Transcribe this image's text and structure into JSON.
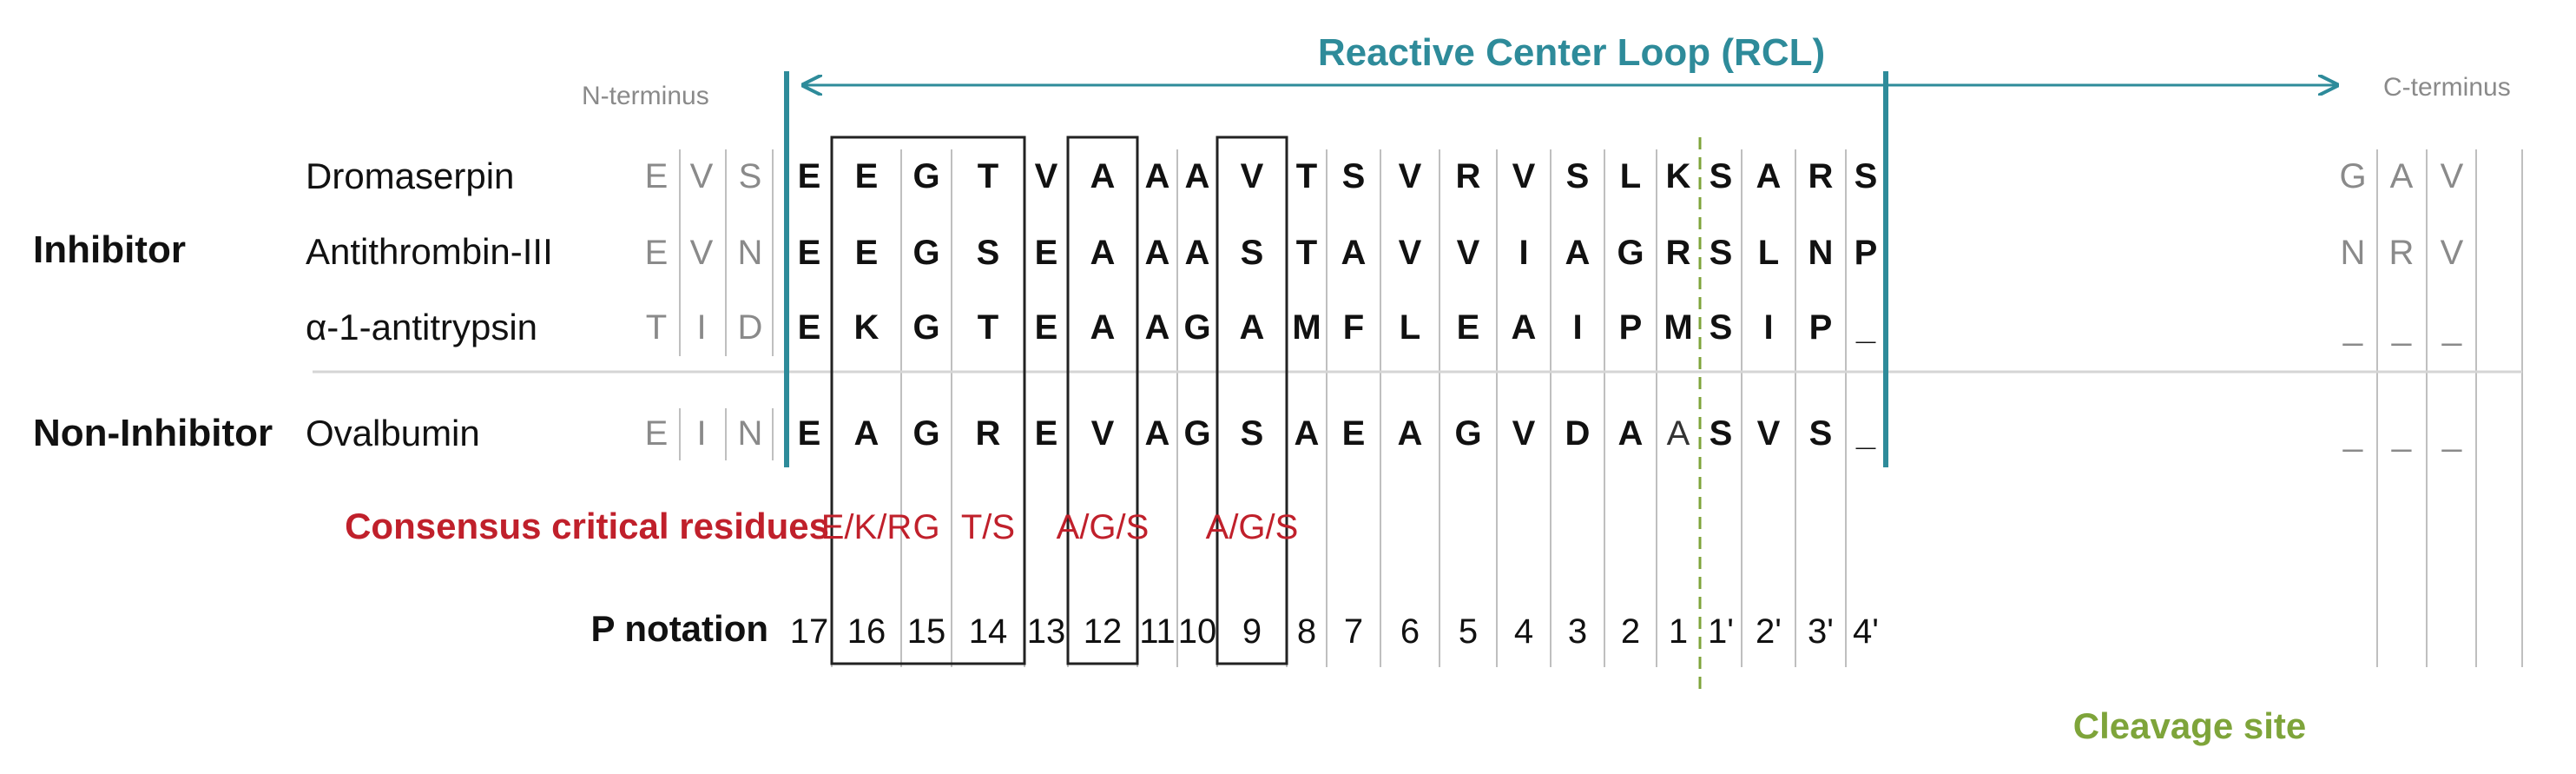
{
  "title": "Reactive Center Loop (RCL)",
  "n_terminus": "N-terminus",
  "c_terminus": "C-terminus",
  "cleavage_label": "Cleavage site",
  "groups": [
    "Inhibitor",
    "Non-Inhibitor"
  ],
  "rows": [
    {
      "group": "Inhibitor",
      "name": "Dromaserpin",
      "n_residues": [
        "E",
        "V",
        "S"
      ],
      "rcl": [
        "E",
        "E",
        "G",
        "T",
        "V",
        "A",
        "A",
        "A",
        "V",
        "T",
        "S",
        "V",
        "R",
        "V",
        "S",
        "L",
        "K",
        "S",
        "A",
        "R",
        "S"
      ],
      "c_residues": [
        "G",
        "A",
        "V"
      ]
    },
    {
      "group": "Inhibitor",
      "name": "Antithrombin-III",
      "n_residues": [
        "E",
        "V",
        "N"
      ],
      "rcl": [
        "E",
        "E",
        "G",
        "S",
        "E",
        "A",
        "A",
        "A",
        "S",
        "T",
        "A",
        "V",
        "V",
        "I",
        "A",
        "G",
        "R",
        "S",
        "L",
        "N",
        "P"
      ],
      "c_residues": [
        "N",
        "R",
        "V"
      ]
    },
    {
      "group": "Inhibitor",
      "name": "α-1-antitrypsin",
      "n_residues": [
        "T",
        "I",
        "D"
      ],
      "rcl": [
        "E",
        "K",
        "G",
        "T",
        "E",
        "A",
        "A",
        "G",
        "A",
        "M",
        "F",
        "L",
        "E",
        "A",
        "I",
        "P",
        "M",
        "S",
        "I",
        "P",
        "_"
      ],
      "c_residues": [
        "_",
        "_",
        "_"
      ]
    },
    {
      "group": "Non-Inhibitor",
      "name": "Ovalbumin",
      "n_residues": [
        "E",
        "I",
        "N"
      ],
      "rcl": [
        "E",
        "A",
        "G",
        "R",
        "E",
        "V",
        "A",
        "G",
        "S",
        "A",
        "E",
        "A",
        "G",
        "V",
        "D",
        "A",
        "A",
        "S",
        "V",
        "S",
        "_"
      ],
      "c_residues": [
        "_",
        "_",
        "_"
      ]
    }
  ],
  "consensus_label": "Consensus critical residues",
  "consensus": [
    "",
    "E/K/R",
    "G",
    "T/S",
    "",
    "A/G/S",
    "",
    "",
    "A/G/S",
    "",
    "",
    "",
    "",
    "",
    "",
    "",
    "",
    "",
    "",
    "",
    ""
  ],
  "p_notation_label": "P notation",
  "p_notation": [
    "17",
    "16",
    "15",
    "14",
    "13",
    "12",
    "11",
    "10",
    "9",
    "8",
    "7",
    "6",
    "5",
    "4",
    "3",
    "2",
    "1",
    "1'",
    "2'",
    "3'",
    "4'"
  ],
  "colors": {
    "teal": "#2e8b9a",
    "red": "#c0202b",
    "green": "#7ea43a",
    "gray_text": "#8a8a8a",
    "black": "#111111",
    "divider": "#bfbfbf"
  }
}
